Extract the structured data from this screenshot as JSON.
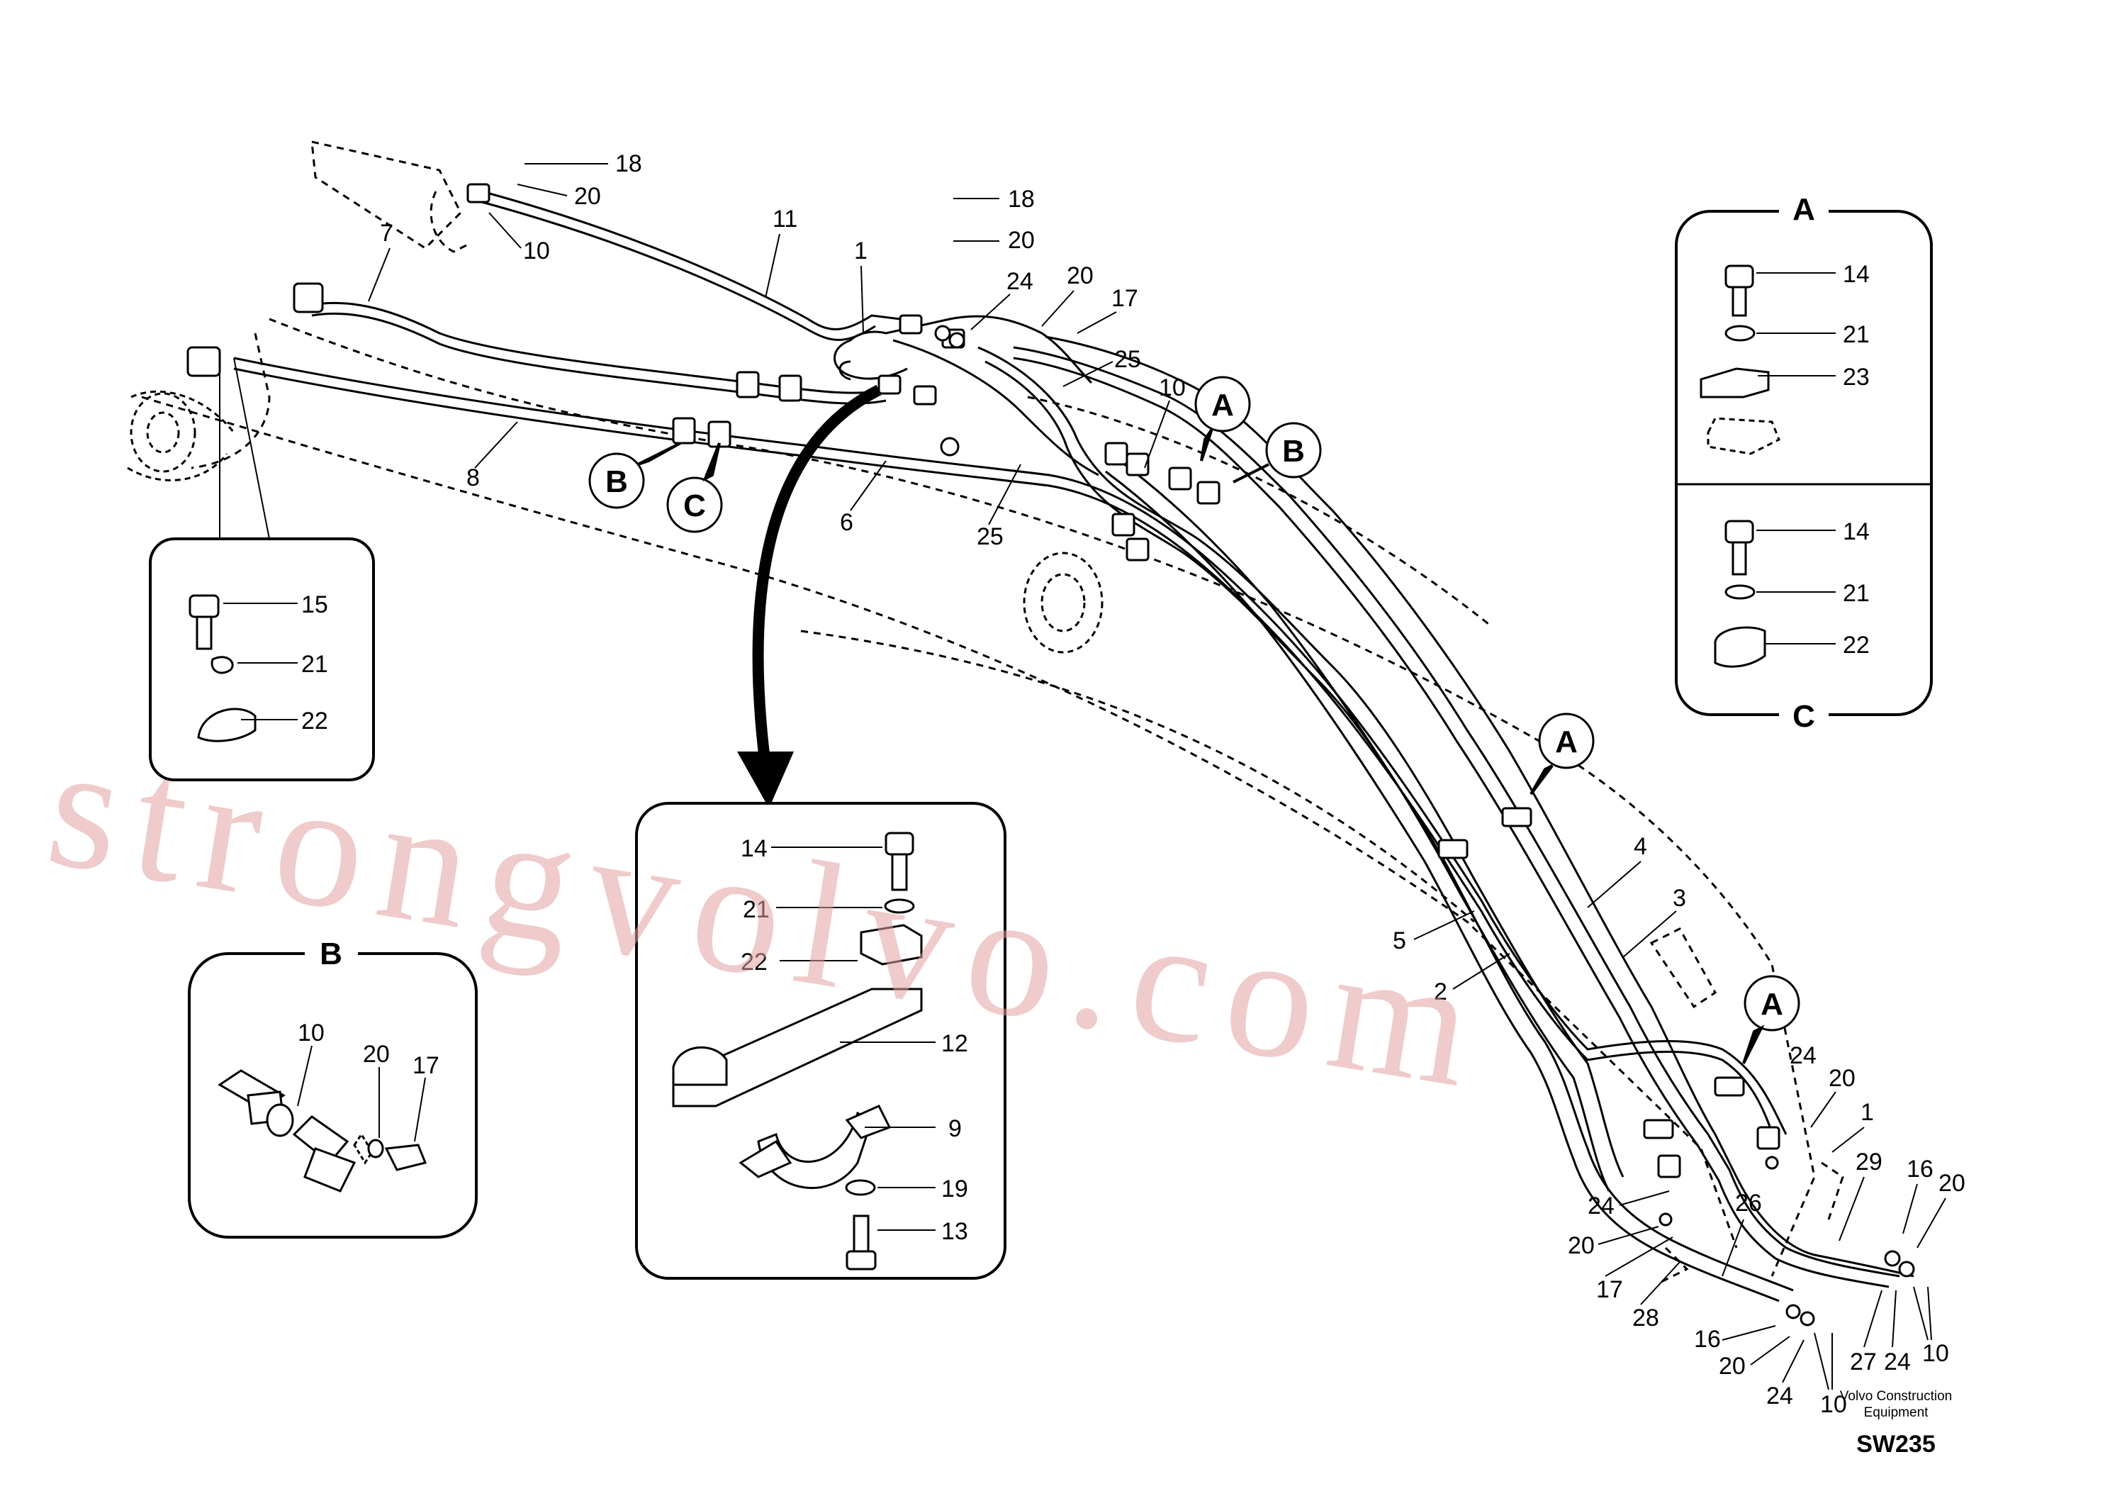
{
  "callouts": {
    "c1": "18",
    "c2": "20",
    "c3": "10",
    "c4": "11",
    "c5": "7",
    "c6": "1",
    "c7": "18",
    "c8": "20",
    "c9": "24",
    "c10": "20",
    "c11": "17",
    "c12": "25",
    "c13": "8",
    "c14": "6",
    "c15": "25",
    "c16": "10",
    "c17": "4",
    "c18": "3",
    "c19": "5",
    "c20": "2",
    "c21": "24",
    "c22": "20",
    "c23": "1",
    "c24": "29",
    "c25": "16",
    "c26": "20",
    "c27": "24",
    "c28": "26",
    "c29": "20",
    "c30": "17",
    "c31": "28",
    "c32": "16",
    "c33": "20",
    "c34": "24",
    "c35": "10",
    "c36": "27",
    "c37": "24",
    "c38": "10"
  },
  "circle_labels": {
    "a1": "A",
    "b1": "B",
    "b2": "B",
    "c1": "C",
    "a2": "A",
    "a3": "A"
  },
  "detail_left": {
    "l1": "15",
    "l2": "21",
    "l3": "22"
  },
  "detail_a": {
    "title": "A",
    "l1": "14",
    "l2": "21",
    "l3": "23"
  },
  "detail_c": {
    "title": "C",
    "l1": "14",
    "l2": "21",
    "l3": "22"
  },
  "detail_b": {
    "title": "B",
    "l1": "10",
    "l2": "20",
    "l3": "17"
  },
  "detail_center": {
    "l1": "14",
    "l2": "21",
    "l3": "22",
    "l4": "12",
    "l5": "9",
    "l6": "19",
    "l7": "13"
  },
  "footer": {
    "brand_line1": "Volvo Construction",
    "brand_line2": "Equipment",
    "code": "SW235"
  },
  "watermark": "strongvolvo.com"
}
